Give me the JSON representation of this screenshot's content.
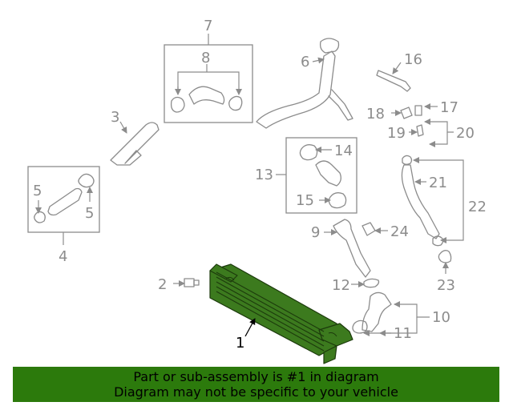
{
  "callouts": {
    "c1": "1",
    "c2": "2",
    "c3": "3",
    "c4": "4",
    "c5a": "5",
    "c5b": "5",
    "c6": "6",
    "c7": "7",
    "c8": "8",
    "c9": "9",
    "c10": "10",
    "c11": "11",
    "c12": "12",
    "c13": "13",
    "c14": "14",
    "c15": "15",
    "c16": "16",
    "c17": "17",
    "c18": "18",
    "c19": "19",
    "c20": "20",
    "c21": "21",
    "c22": "22",
    "c23": "23",
    "c24": "24"
  },
  "banner": {
    "line1": "Part or sub-assembly is #1 in diagram",
    "line2": "Diagram may not be specific to your vehicle"
  },
  "colors": {
    "highlight_part": "#3c7a1e",
    "banner_bg": "#2c7a0c",
    "line_gray": "#8c8c8c"
  }
}
